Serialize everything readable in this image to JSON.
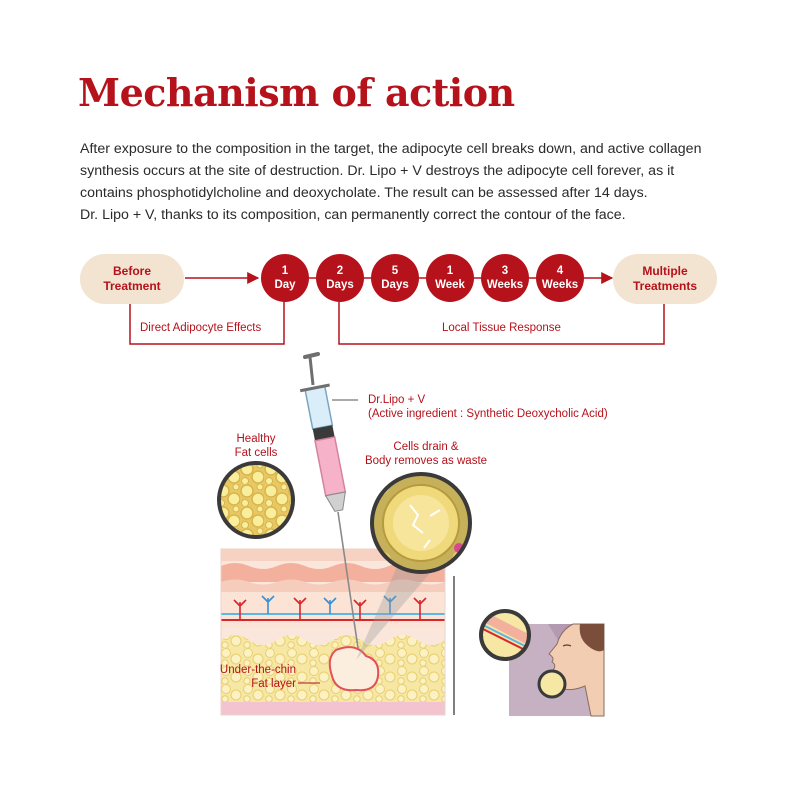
{
  "title": "Mechanism of action",
  "intro": {
    "line1": "After exposure to the composition in the target, the adipocyte cell breaks down, and active collagen",
    "line2": "synthesis occurs at the site of destruction. Dr. Lipo + V destroys the adipocyte cell forever, as it",
    "line3": "contains phosphotidylcholine and deoxycholate. The result can be assessed after 14 days.",
    "line4": "Dr. Lipo + V, thanks to its composition, can permanently correct the contour of the face."
  },
  "timeline": {
    "start": {
      "line1": "Before",
      "line2": "Treatment"
    },
    "steps": [
      {
        "num": "1",
        "unit": "Day"
      },
      {
        "num": "2",
        "unit": "Days"
      },
      {
        "num": "5",
        "unit": "Days"
      },
      {
        "num": "1",
        "unit": "Week"
      },
      {
        "num": "3",
        "unit": "Weeks"
      },
      {
        "num": "4",
        "unit": "Weeks"
      }
    ],
    "end": {
      "line1": "Multiple",
      "line2": "Treatments"
    },
    "bracket_left": "Direct Adipocyte Effects",
    "bracket_right": "Local Tissue Response"
  },
  "annotations": {
    "product_name": "Dr.Lipo + V",
    "product_ingredient": "(Active ingredient : Synthetic Deoxycholic Acid)",
    "healthy_line1": "Healthy",
    "healthy_line2": "Fat cells",
    "drain_line1": "Cells drain &",
    "drain_line2": "Body removes as waste",
    "fat_line1": "Under-the-chin",
    "fat_line2": "Fat layer"
  },
  "colors": {
    "accent": "#b5121b",
    "pill_bg": "#f3e3d1",
    "fat_yellow": "#f3df8e",
    "skin_pink": "#f2b9a7",
    "face_bg": "#b39ab1"
  }
}
